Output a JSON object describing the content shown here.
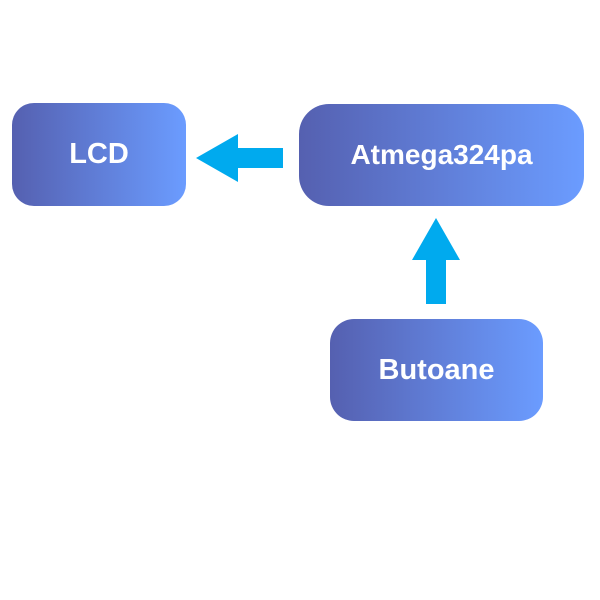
{
  "diagram": {
    "blocks": {
      "lcd": {
        "label": "LCD"
      },
      "microcontroller": {
        "label": "Atmega324pa"
      },
      "buttons": {
        "label": "Butoane"
      }
    },
    "arrows": [
      {
        "from": "microcontroller",
        "to": "lcd",
        "direction": "left"
      },
      {
        "from": "buttons",
        "to": "microcontroller",
        "direction": "up"
      }
    ],
    "colors": {
      "block_gradient_start": "#5560b0",
      "block_gradient_end": "#6b9cff",
      "arrow": "#00aaee",
      "text": "#ffffff"
    }
  }
}
